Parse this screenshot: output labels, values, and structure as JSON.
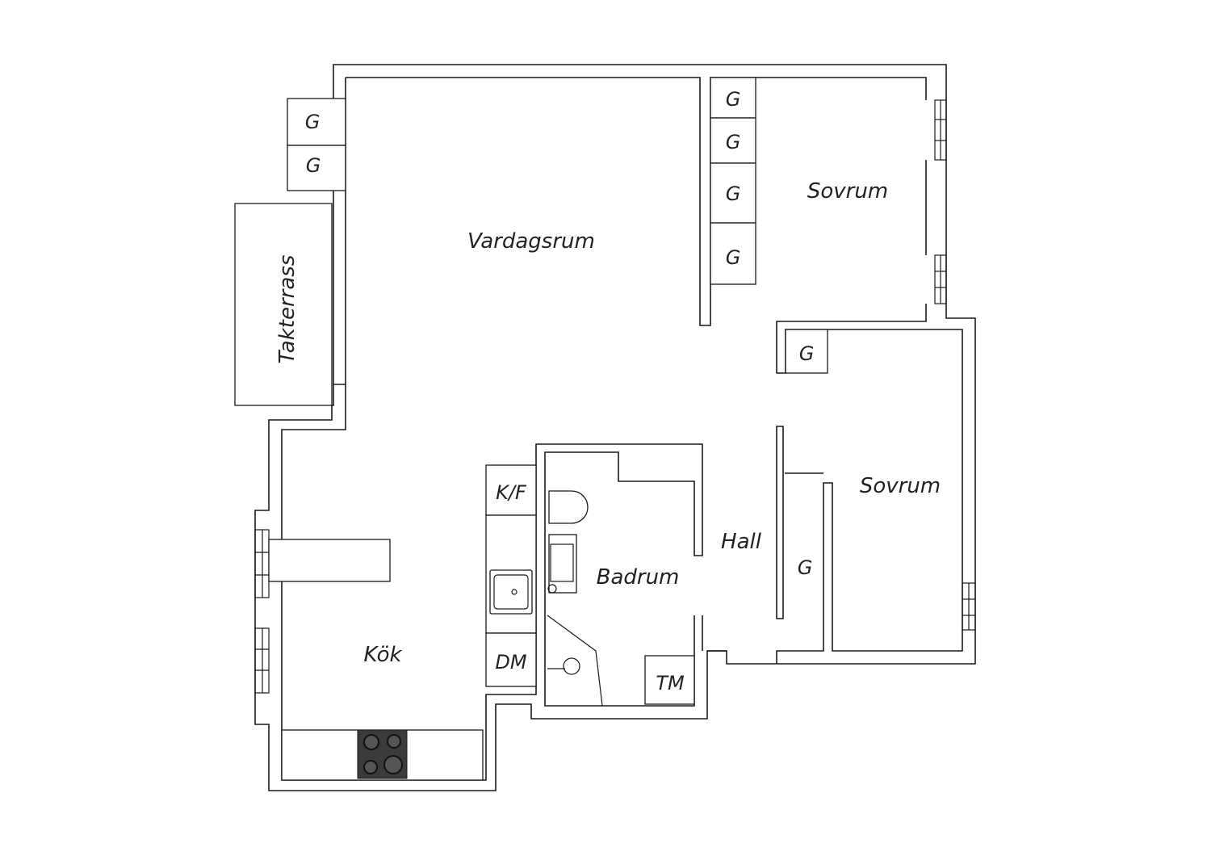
{
  "rooms": {
    "living": "Vardagsrum",
    "bedroom_top": "Sovrum",
    "bedroom_right": "Sovrum",
    "kitchen": "Kök",
    "bathroom": "Badrum",
    "hall": "Hall",
    "terrace": "Takterrass"
  },
  "storage": {
    "closet_label": "G",
    "fridge_freezer": "K/F",
    "dishwasher": "DM",
    "washing_machine": "TM"
  }
}
